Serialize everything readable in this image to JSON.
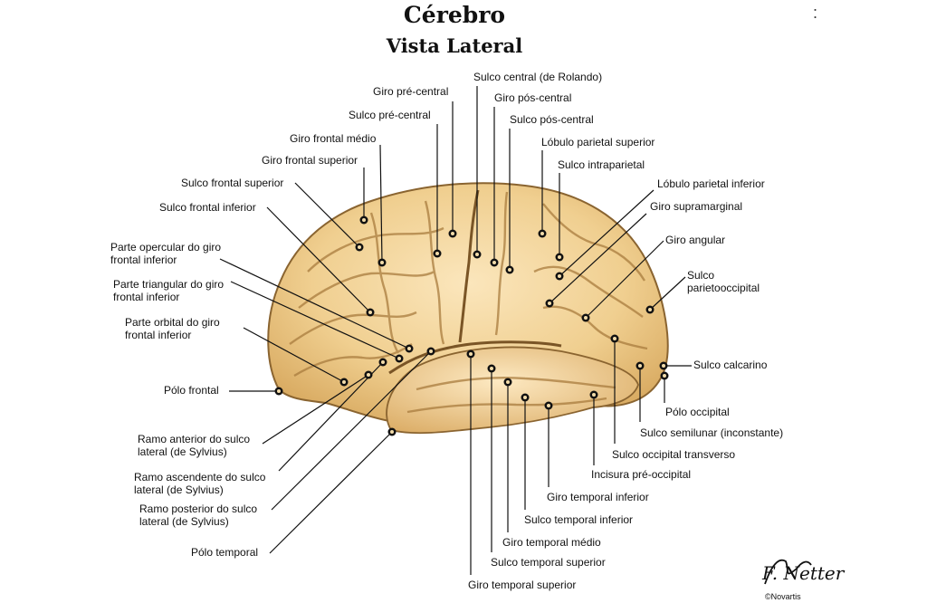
{
  "title": "Cérebro",
  "subtitle": "Vista Lateral",
  "stray_mark": ":",
  "signature": "F. Netter",
  "copyright": "©Novartis",
  "labels": [
    {
      "id": "sulco-central",
      "lines": [
        "Sulco central (de Rolando)"
      ]
    },
    {
      "id": "giro-pre-central",
      "lines": [
        "Giro pré-central"
      ]
    },
    {
      "id": "giro-pos-central",
      "lines": [
        "Giro pós-central"
      ]
    },
    {
      "id": "sulco-pre-central",
      "lines": [
        "Sulco pré-central"
      ]
    },
    {
      "id": "sulco-pos-central",
      "lines": [
        "Sulco pós-central"
      ]
    },
    {
      "id": "giro-frontal-medio",
      "lines": [
        "Giro frontal médio"
      ]
    },
    {
      "id": "lobulo-parietal-superior",
      "lines": [
        "Lóbulo parietal superior"
      ]
    },
    {
      "id": "giro-frontal-superior",
      "lines": [
        "Giro frontal superior"
      ]
    },
    {
      "id": "sulco-intraparietal",
      "lines": [
        "Sulco intraparietal"
      ]
    },
    {
      "id": "sulco-frontal-superior",
      "lines": [
        "Sulco frontal superior"
      ]
    },
    {
      "id": "lobulo-parietal-inferior",
      "lines": [
        "Lóbulo parietal inferior"
      ]
    },
    {
      "id": "sulco-frontal-inferior",
      "lines": [
        "Sulco frontal inferior"
      ]
    },
    {
      "id": "giro-supramarginal",
      "lines": [
        "Giro supramarginal"
      ]
    },
    {
      "id": "giro-angular",
      "lines": [
        "Giro angular"
      ]
    },
    {
      "id": "parte-opercular",
      "lines": [
        "Parte opercular do giro",
        "frontal inferior"
      ]
    },
    {
      "id": "sulco-parietooccipital",
      "lines": [
        "Sulco",
        "parietooccipital"
      ]
    },
    {
      "id": "parte-triangular",
      "lines": [
        "Parte triangular do giro",
        "frontal inferior"
      ]
    },
    {
      "id": "parte-orbital",
      "lines": [
        "Parte orbital do giro",
        "frontal inferior"
      ]
    },
    {
      "id": "sulco-calcarino",
      "lines": [
        "Sulco calcarino"
      ]
    },
    {
      "id": "polo-frontal",
      "lines": [
        "Pólo frontal"
      ]
    },
    {
      "id": "polo-occipital",
      "lines": [
        "Pólo occipital"
      ]
    },
    {
      "id": "sulco-semilunar",
      "lines": [
        "Sulco semilunar (inconstante)"
      ]
    },
    {
      "id": "ramo-anterior",
      "lines": [
        "Ramo anterior do sulco",
        "lateral (de Sylvius)"
      ]
    },
    {
      "id": "sulco-occipital-transverso",
      "lines": [
        "Sulco occipital transverso"
      ]
    },
    {
      "id": "ramo-ascendente",
      "lines": [
        "Ramo ascendente do sulco",
        "lateral (de Sylvius)"
      ]
    },
    {
      "id": "incisura-pre-occipital",
      "lines": [
        "Incisura pré-occipital"
      ]
    },
    {
      "id": "giro-temporal-inferior",
      "lines": [
        "Giro temporal inferior"
      ]
    },
    {
      "id": "ramo-posterior",
      "lines": [
        "Ramo posterior do sulco",
        "lateral (de Sylvius)"
      ]
    },
    {
      "id": "sulco-temporal-inferior",
      "lines": [
        "Sulco temporal inferior"
      ]
    },
    {
      "id": "giro-temporal-medio",
      "lines": [
        "Giro temporal médio"
      ]
    },
    {
      "id": "polo-temporal",
      "lines": [
        "Pólo temporal"
      ]
    },
    {
      "id": "sulco-temporal-superior",
      "lines": [
        "Sulco temporal superior"
      ]
    },
    {
      "id": "giro-temporal-superior",
      "lines": [
        "Giro temporal superior"
      ]
    }
  ]
}
